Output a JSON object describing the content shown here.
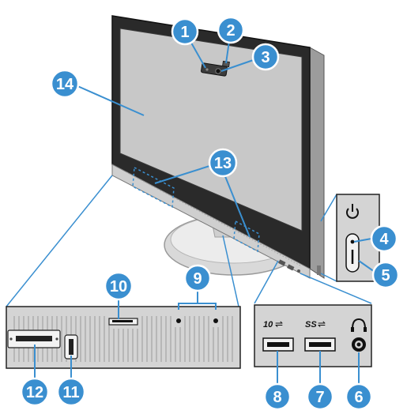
{
  "diagram": {
    "subject": "All-in-one computer front view",
    "callouts": [
      {
        "id": "1",
        "label": "1"
      },
      {
        "id": "2",
        "label": "2"
      },
      {
        "id": "3",
        "label": "3"
      },
      {
        "id": "4",
        "label": "4"
      },
      {
        "id": "5",
        "label": "5"
      },
      {
        "id": "6",
        "label": "6"
      },
      {
        "id": "7",
        "label": "7"
      },
      {
        "id": "8",
        "label": "8"
      },
      {
        "id": "9",
        "label": "9"
      },
      {
        "id": "10",
        "label": "10"
      },
      {
        "id": "11",
        "label": "11"
      },
      {
        "id": "12",
        "label": "12"
      },
      {
        "id": "13",
        "label": "13"
      },
      {
        "id": "14",
        "label": "14"
      }
    ],
    "port_labels": {
      "usb_10g": "10",
      "usb_ss": "SS"
    },
    "colors": {
      "callout": "#3a8fd0",
      "bezel": "#2a2a2a",
      "screen": "#c8c8c8",
      "stand": "#d9d9d9",
      "panel": "#d4d4d4"
    }
  }
}
